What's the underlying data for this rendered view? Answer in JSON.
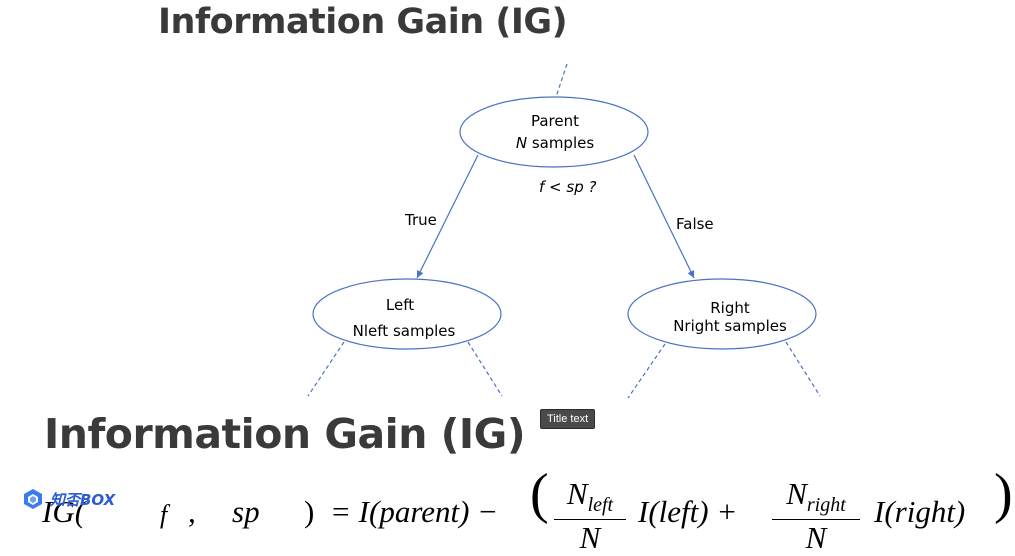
{
  "heading_top": "Information Gain (IG)",
  "heading_bottom": "Information Gain (IG)",
  "nodes": {
    "parent": {
      "line1": "Parent",
      "line2_var": "N",
      "line2_rest": " samples"
    },
    "left": {
      "line1": "Left",
      "line2": "Nleft samples"
    },
    "right": {
      "line1": "Right",
      "line2": "Nright samples"
    }
  },
  "condition": "f < sp ?",
  "edges": {
    "true_label": "True",
    "false_label": "False"
  },
  "tooltip": "Title text",
  "watermark": "知否BOX",
  "formula": {
    "lhs_fragments": [
      "IG(",
      "f",
      ",",
      "sp",
      ")"
    ],
    "equals": "= I(parent) −",
    "frac1_num": "N",
    "frac1_num_sub": "left",
    "frac1_den": "N",
    "term1": "I(left) +",
    "frac2_num": "N",
    "frac2_num_sub": "right",
    "frac2_den": "N",
    "term2": "I(right)"
  },
  "colors": {
    "edge": "#4a72c4",
    "heading": "#3a3a3a",
    "brand": "#2d5bd8"
  }
}
